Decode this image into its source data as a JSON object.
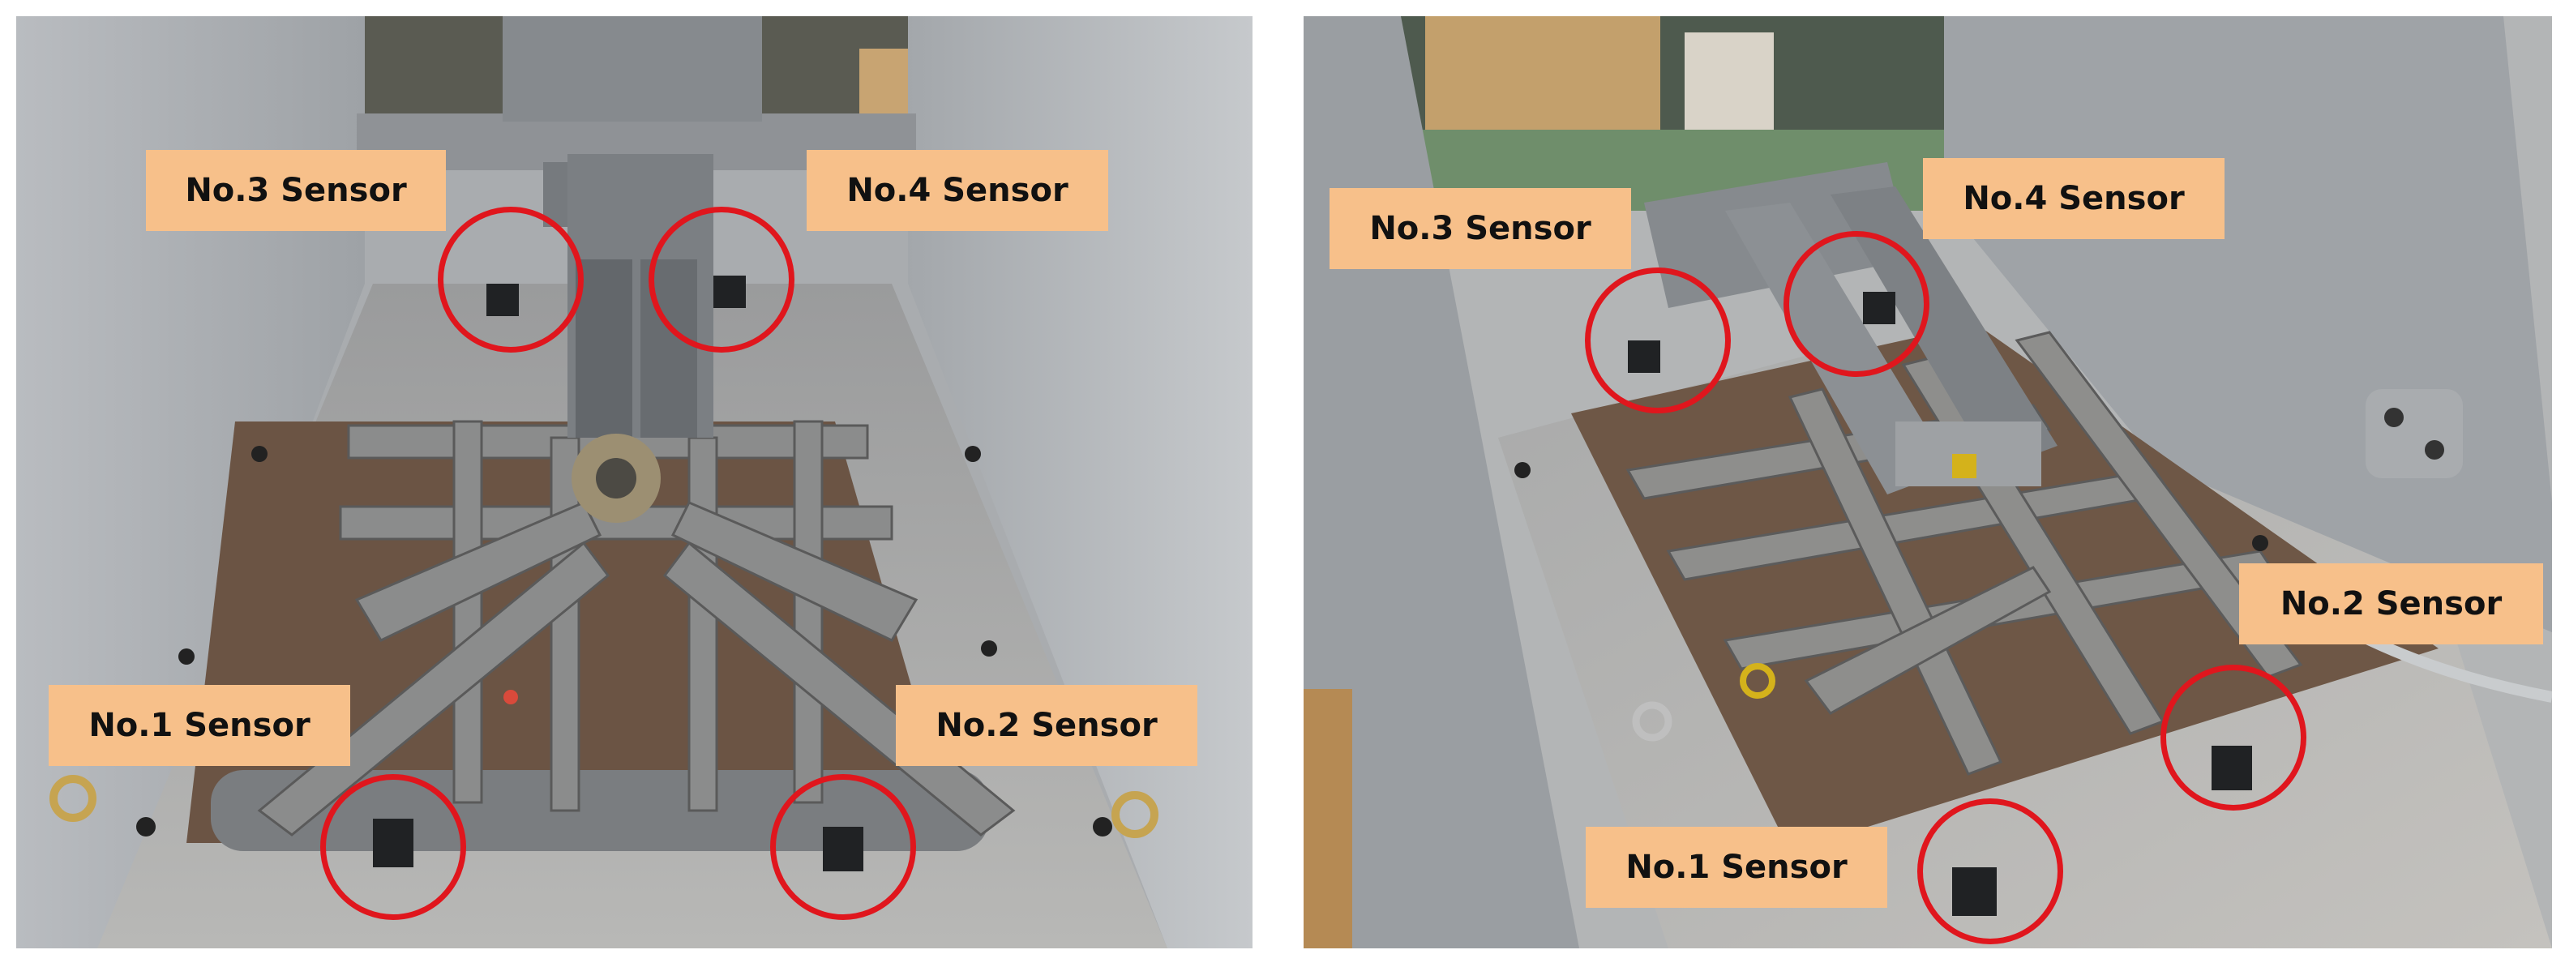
{
  "panels": [
    {
      "sensors": [
        {
          "label": "No.3 Sensor"
        },
        {
          "label": "No.4 Sensor"
        },
        {
          "label": "No.1 Sensor"
        },
        {
          "label": "No.2 Sensor"
        }
      ]
    },
    {
      "sensors": [
        {
          "label": "No.3 Sensor"
        },
        {
          "label": "No.4 Sensor"
        },
        {
          "label": "No.2 Sensor"
        },
        {
          "label": "No.1 Sensor"
        }
      ]
    }
  ],
  "colors": {
    "label_bg": "#f7c08a",
    "ring": "#e0161d",
    "steel": "#8a8c8e",
    "rust": "#6b5444"
  }
}
